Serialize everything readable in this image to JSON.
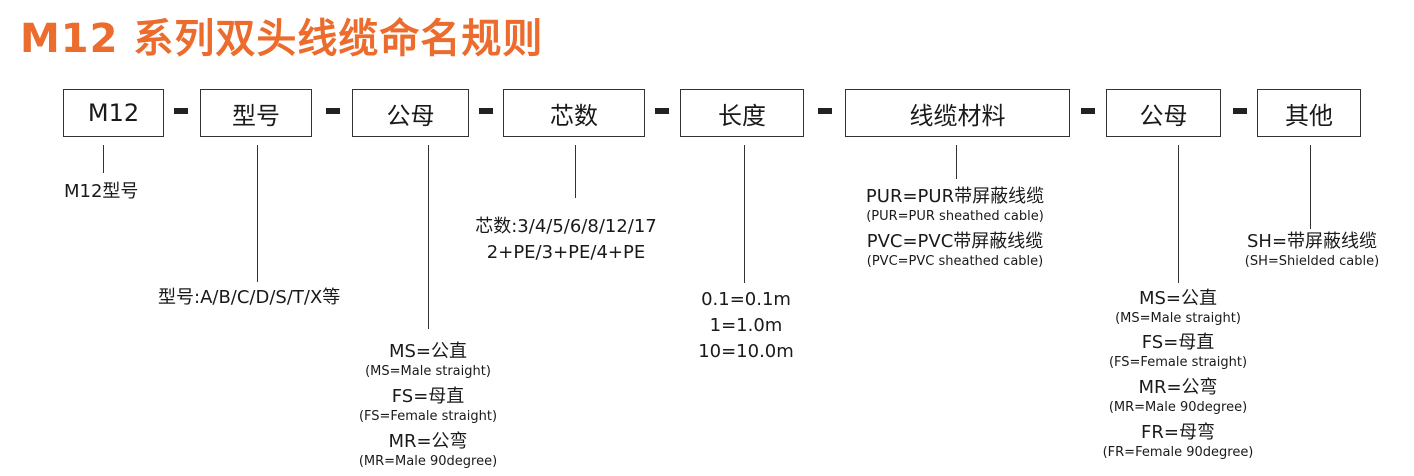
{
  "title": "M12 系列双头线缆命名规则",
  "boxes": [
    "M12",
    "型号",
    "公母",
    "芯数",
    "长度",
    "线缆材料",
    "公母",
    "其他"
  ],
  "separator": "-",
  "desc": {
    "m12": "M12型号",
    "model": "型号:A/B/C/D/S/T/X等",
    "cores": [
      "芯数:3/4/5/6/8/12/17",
      "2+PE/3+PE/4+PE"
    ],
    "length": [
      "0.1=0.1m",
      "1=1.0m",
      "10=10.0m"
    ],
    "material": [
      {
        "main": "PUR=PUR带屏蔽线缆",
        "sub": "(PUR=PUR sheathed cable)"
      },
      {
        "main": "PVC=PVC带屏蔽线缆",
        "sub": "(PVC=PVC sheathed cable)"
      }
    ],
    "gender1": [
      {
        "main": "MS=公直",
        "sub": "(MS=Male straight)"
      },
      {
        "main": "FS=母直",
        "sub": "(FS=Female straight)"
      },
      {
        "main": "MR=公弯",
        "sub": "(MR=Male 90degree)"
      }
    ],
    "gender2": [
      {
        "main": "MS=公直",
        "sub": "(MS=Male straight)"
      },
      {
        "main": "FS=母直",
        "sub": "(FS=Female straight)"
      },
      {
        "main": "MR=公弯",
        "sub": "(MR=Male 90degree)"
      },
      {
        "main": "FR=母弯",
        "sub": "(FR=Female 90degree)"
      }
    ],
    "other": [
      {
        "main": "SH=带屏蔽线缆",
        "sub": "(SH=Shielded cable)"
      }
    ]
  }
}
